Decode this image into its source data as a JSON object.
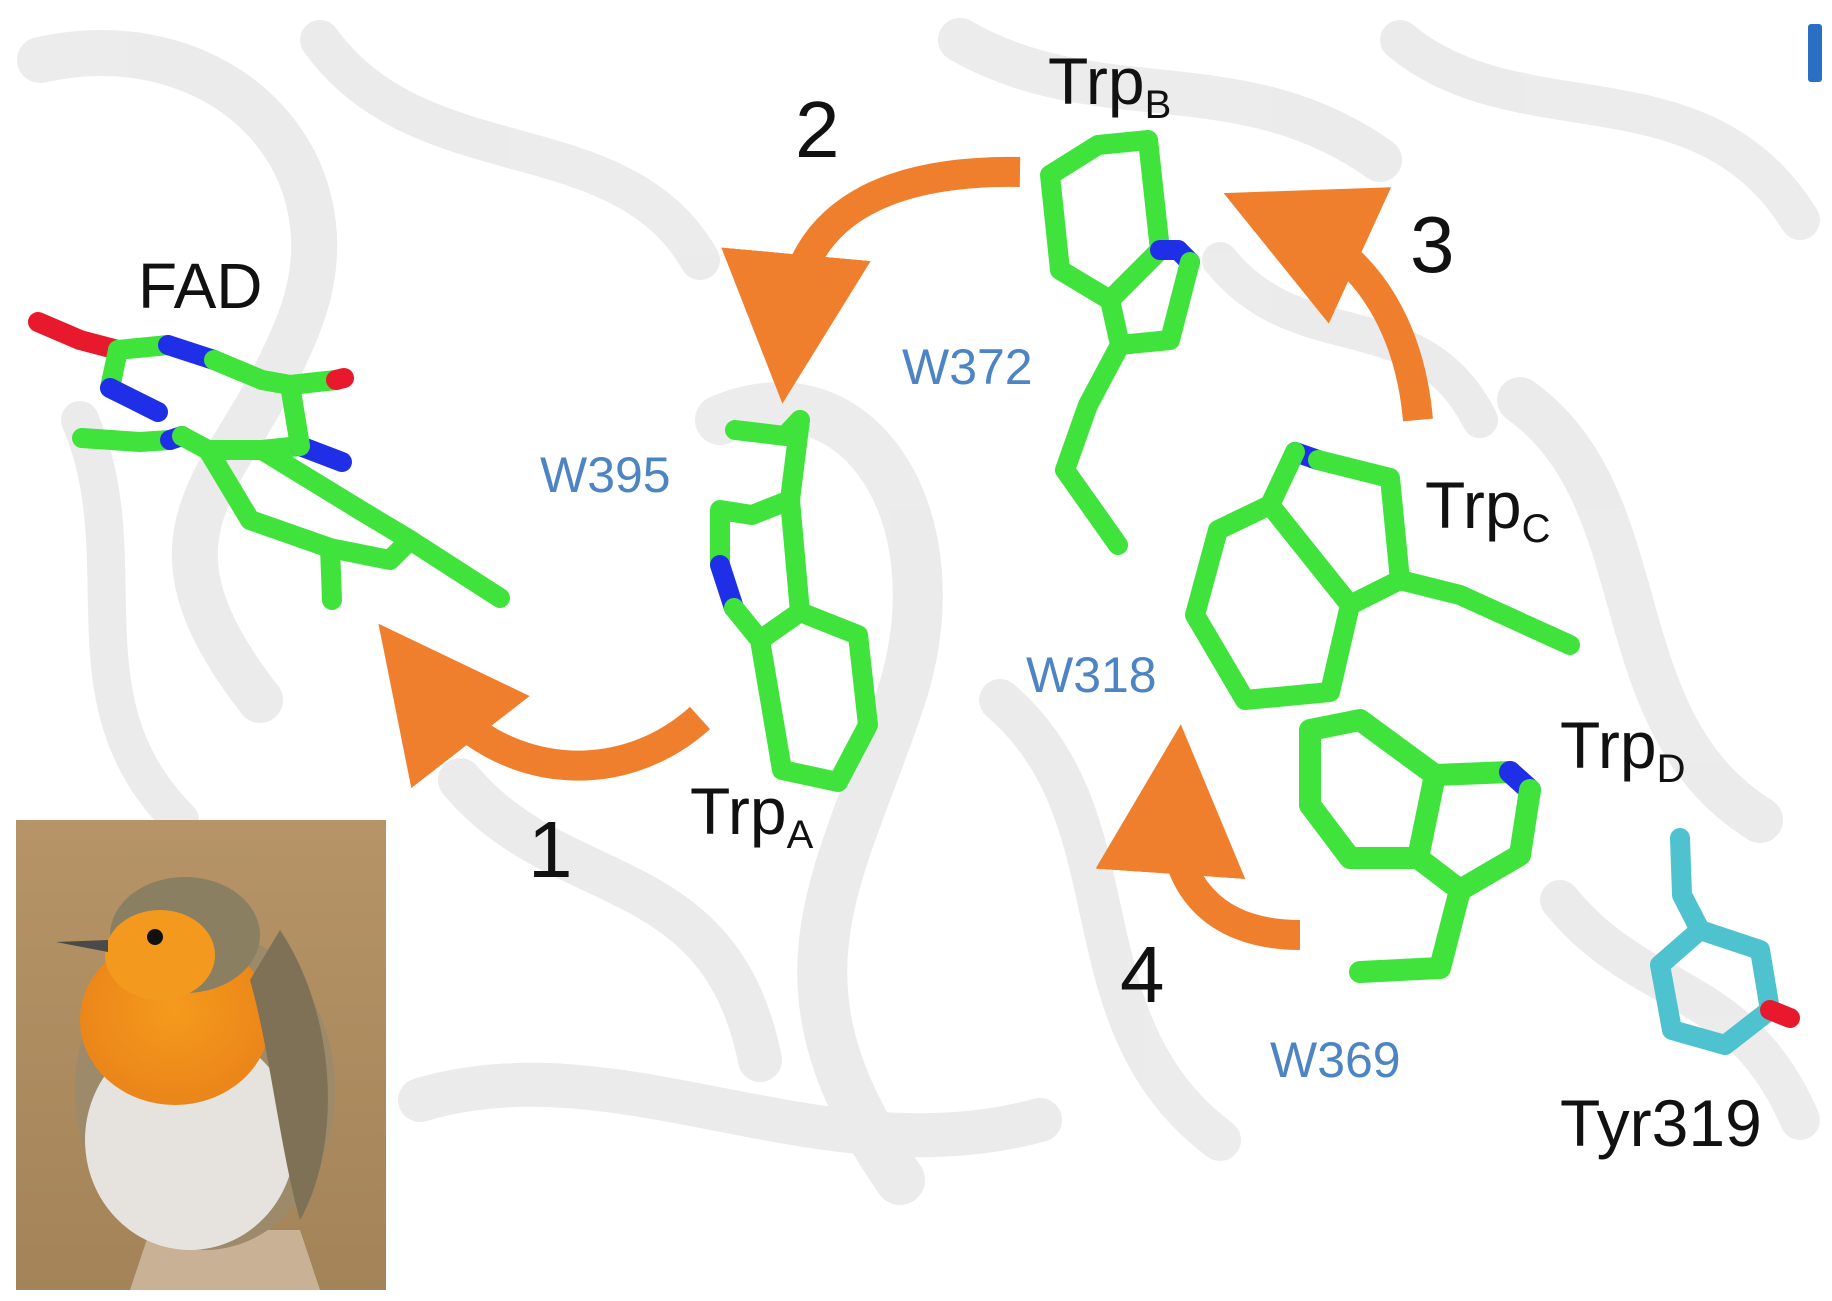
{
  "labels": {
    "fad": "FAD",
    "trp_a": "Trp",
    "trp_a_sub": "A",
    "trp_b": "Trp",
    "trp_b_sub": "B",
    "trp_c": "Trp",
    "trp_c_sub": "C",
    "trp_d": "Trp",
    "trp_d_sub": "D",
    "tyr": "Tyr319"
  },
  "residue_ids": {
    "w395": "W395",
    "w372": "W372",
    "w318": "W318",
    "w369": "W369"
  },
  "steps": [
    "1",
    "2",
    "3",
    "4"
  ],
  "colors": {
    "arrow": "#f07f2d",
    "carbon_trp": "#3fe33b",
    "nitrogen": "#1f2fe8",
    "oxygen": "#e8192c",
    "carbon_tyr": "#4fc2cf",
    "residue_label": "#4d84c4",
    "protein_ribbon": "#d4d4d4"
  },
  "icons": {
    "inset": "robin-photo",
    "molecules": "stick-model"
  }
}
